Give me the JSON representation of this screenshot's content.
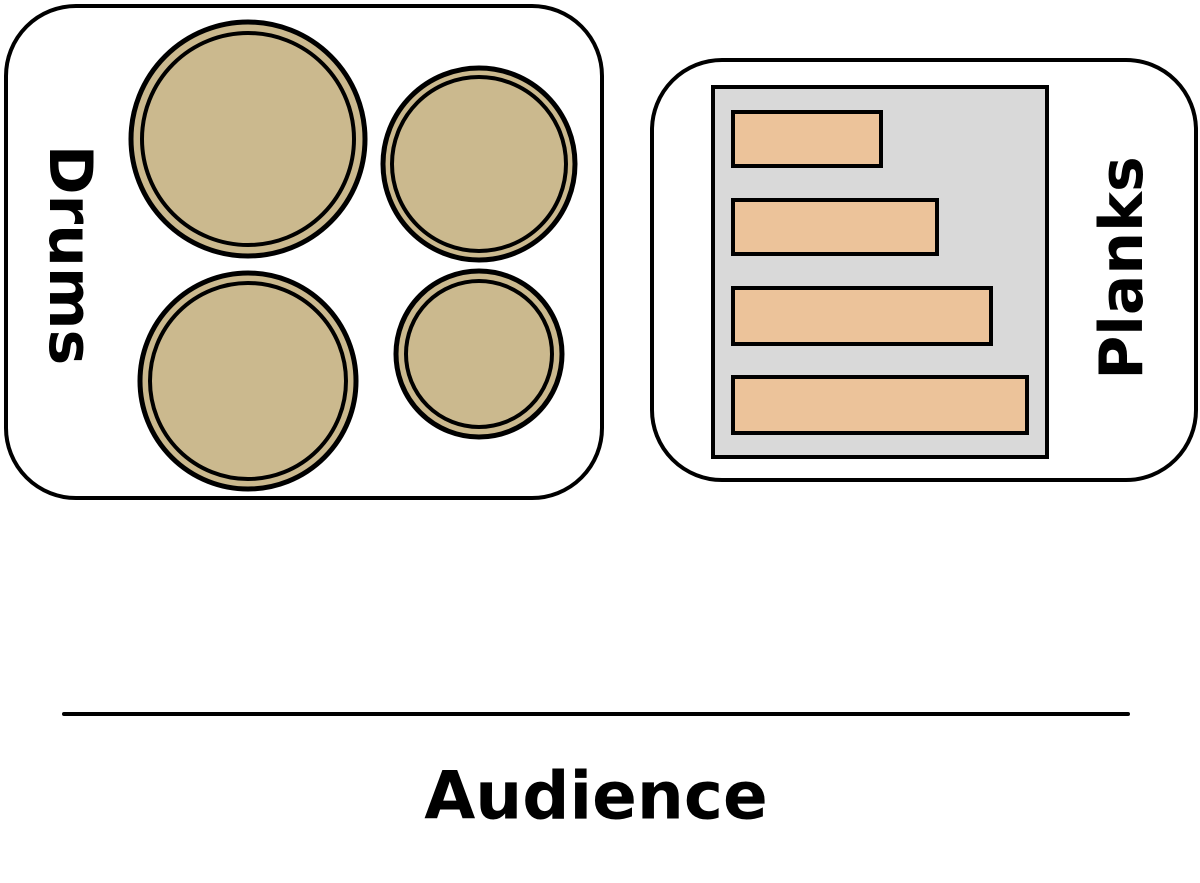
{
  "colors": {
    "background": "#ffffff",
    "outline": "#000000",
    "drum_fill": "#cbb98e",
    "plank_fill": "#ecc39a",
    "plank_area_fill": "#d9d9d9"
  },
  "drums_section": {
    "label": "Drums",
    "drum_count": 4
  },
  "planks_section": {
    "label": "Planks",
    "plank_count": 4
  },
  "audience": {
    "label": "Audience"
  }
}
